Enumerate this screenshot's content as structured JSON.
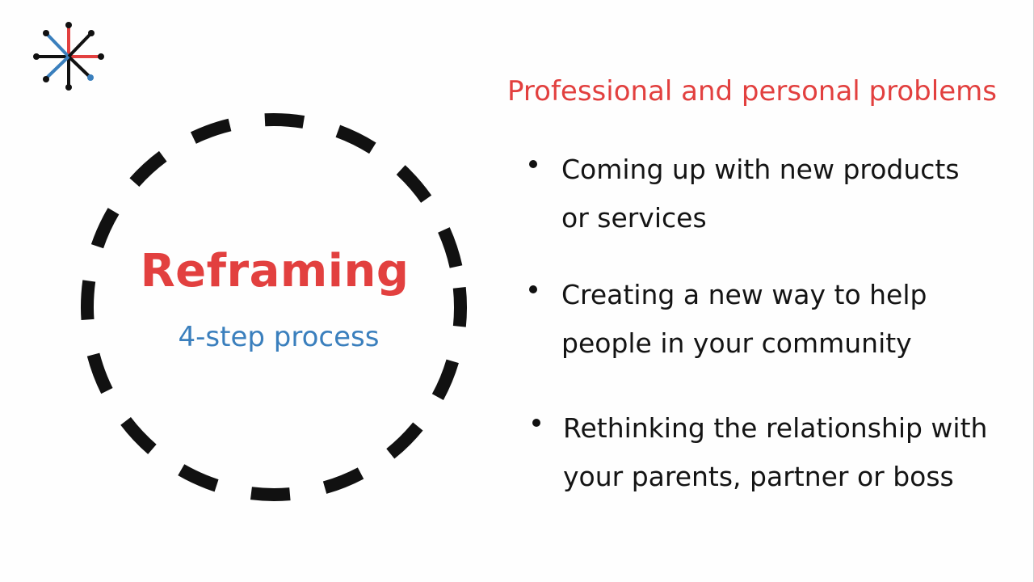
{
  "slide": {
    "title": "Reframing",
    "subtitle": "4-step process",
    "heading": "Professional and personal problems",
    "bullets": [
      {
        "line1": "Coming up with new products",
        "line2": "or services"
      },
      {
        "line1": "Creating a new way to help",
        "line2": "people in your community"
      },
      {
        "line1": "Rethinking the relationship with",
        "line2": "your parents, partner or boss"
      }
    ]
  },
  "colors": {
    "accent_red": "#e2403f",
    "accent_blue": "#3a7fbd",
    "text_dark": "#141414"
  },
  "icons": {
    "logo": "asterisk-starburst-logo-icon",
    "bullet": "bullet-dot-icon"
  }
}
